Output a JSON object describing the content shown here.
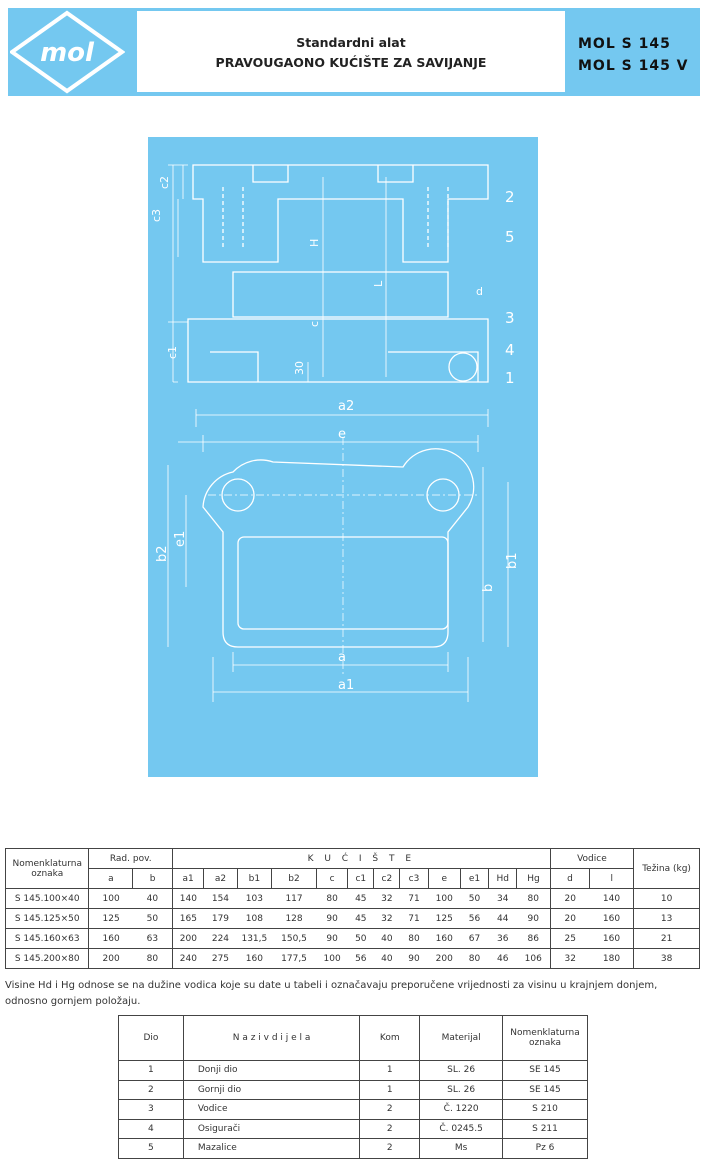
{
  "header": {
    "logo_text": "mol",
    "subtitle": "Standardni alat",
    "title": "PRAVOUGAONO KUĆIŠTE ZA SAVIJANJE",
    "code_1": "MOL S 145",
    "code_2": "MOL S 145 V",
    "brand_color": "#74c8f0"
  },
  "drawing": {
    "labels": {
      "c2": "c2",
      "c3": "c3",
      "H": "H",
      "L": "L",
      "c": "c",
      "c1": "c1",
      "h30": "30",
      "d": "d",
      "p1": "1",
      "p2": "2",
      "p3": "3",
      "p4": "4",
      "p5": "5",
      "a2": "a2",
      "e": "e",
      "e1": "e1",
      "b2": "b2",
      "b": "b",
      "b1": "b1",
      "a": "a",
      "a1": "a1"
    }
  },
  "dimensions_table": {
    "h_nom": "Nomenklaturna oznaka",
    "h_rad": "Rad. pov.",
    "h_kuciste": "K U Ć I Š T E",
    "h_vodice": "Vodice",
    "h_tezina": "Težina (kg)",
    "sub": [
      "a",
      "b",
      "a1",
      "a2",
      "b1",
      "b2",
      "c",
      "c1",
      "c2",
      "c3",
      "e",
      "e1",
      "Hd",
      "Hg",
      "d",
      "l"
    ],
    "rows": [
      [
        "S 145.100×40",
        "100",
        "40",
        "140",
        "154",
        "103",
        "117",
        "80",
        "45",
        "32",
        "71",
        "100",
        "50",
        "34",
        "80",
        "20",
        "140",
        "10"
      ],
      [
        "S 145.125×50",
        "125",
        "50",
        "165",
        "179",
        "108",
        "128",
        "90",
        "45",
        "32",
        "71",
        "125",
        "56",
        "44",
        "90",
        "20",
        "160",
        "13"
      ],
      [
        "S 145.160×63",
        "160",
        "63",
        "200",
        "224",
        "131,5",
        "150,5",
        "90",
        "50",
        "40",
        "80",
        "160",
        "67",
        "36",
        "86",
        "25",
        "160",
        "21"
      ],
      [
        "S 145.200×80",
        "200",
        "80",
        "240",
        "275",
        "160",
        "177,5",
        "100",
        "56",
        "40",
        "90",
        "200",
        "80",
        "46",
        "106",
        "32",
        "180",
        "38"
      ]
    ]
  },
  "note": "Visine Hd i Hg odnose se na dužine vodica koje su date u tabeli  i označavaju preporučene vrijednosti za visinu u krajnjem donjem, odnosno gornjem položaju.",
  "parts_table": {
    "headers": [
      "Dio",
      "N a z i v  d i j e l a",
      "Kom",
      "Materijal",
      "Nomenklaturna oznaka"
    ],
    "rows": [
      [
        "1",
        "Donji dio",
        "1",
        "SL. 26",
        "SE 145"
      ],
      [
        "2",
        "Gornji dio",
        "1",
        "SL. 26",
        "SE 145"
      ],
      [
        "3",
        "Vodice",
        "2",
        "Č. 1220",
        "S 210"
      ],
      [
        "4",
        "Osigurači",
        "2",
        "Č. 0245.5",
        "S 211"
      ],
      [
        "5",
        "Mazalice",
        "2",
        "Ms",
        "Pz 6"
      ]
    ]
  }
}
